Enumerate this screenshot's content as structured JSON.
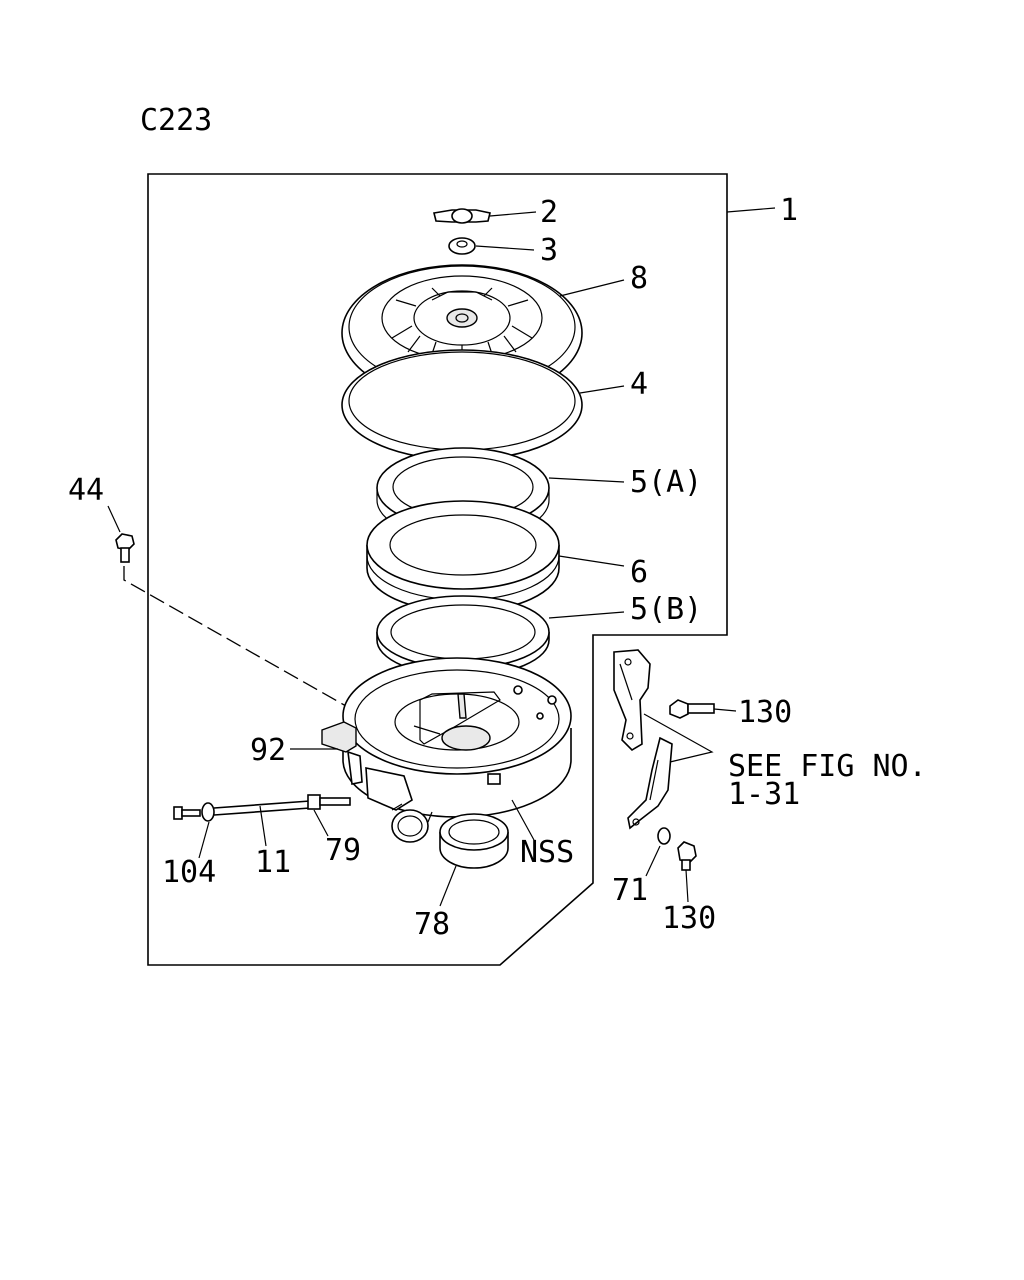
{
  "figure": {
    "code": "C223"
  },
  "callouts": {
    "c1": "1",
    "c2": "2",
    "c3": "3",
    "c8": "8",
    "c4": "4",
    "c5a": "5(A)",
    "c6": "6",
    "c5b": "5(B)",
    "c44": "44",
    "c92": "92",
    "c130a": "130",
    "c104": "104",
    "c11": "11",
    "c79": "79",
    "cnss": "NSS",
    "c78": "78",
    "c71": "71",
    "c130b": "130"
  },
  "reference": {
    "line1": "SEE FIG NO.",
    "line2": "1-31"
  },
  "colors": {
    "ink": "#000000",
    "paper": "#ffffff"
  }
}
